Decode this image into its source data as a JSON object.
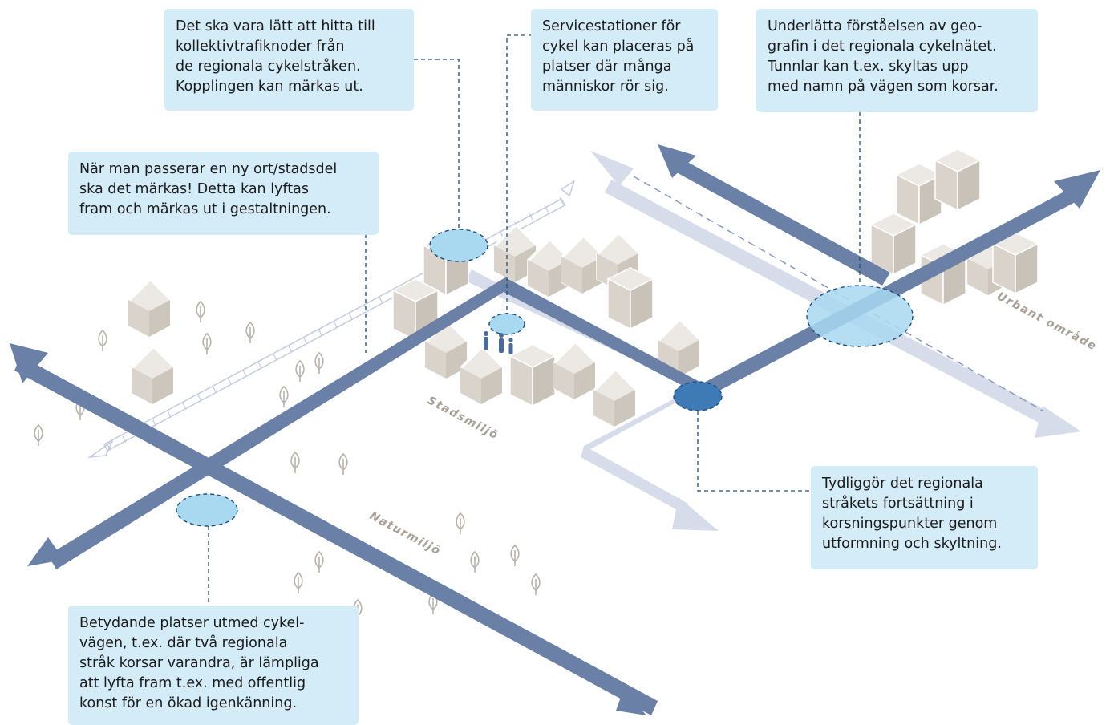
{
  "callouts": {
    "kollektivtrafik": {
      "lines": [
        "Det ska vara lätt att hitta till",
        "kollektivtrafiknoder från",
        "de regionala cykelstråken.",
        "Kopplingen kan märkas ut."
      ]
    },
    "servicestationer": {
      "lines": [
        "Servicestationer för",
        "cykel kan placeras på",
        "platser där många",
        "människor rör sig."
      ]
    },
    "geografi": {
      "lines": [
        "Underlätta förståelsen av geo-",
        "grafin i det regionala cykelnätet.",
        "Tunnlar kan t.ex. skyltas upp",
        "med namn på vägen som korsar."
      ]
    },
    "ny_ort": {
      "lines": [
        "När man passerar en ny ort/stadsdel",
        "ska det märkas! Detta kan lyftas",
        "fram och märkas ut i gestaltningen."
      ]
    },
    "fortsattning": {
      "lines": [
        "Tydliggör det regionala",
        "stråkets fortsättning i",
        "korsningspunkter genom",
        "utformning och skyltning."
      ]
    },
    "betydande": {
      "lines": [
        "Betydande platser utmed cykel-",
        "vägen, t.ex. där två regionala",
        "stråk korsar varandra, är lämpliga",
        "att lyfta fram t.ex. med offentlig",
        "konst för en ökad igenkänning."
      ]
    }
  },
  "zones": {
    "stadsmiljo": "Stadsmiljö",
    "naturmiljo": "Naturmiljö",
    "urbant": "Urbant område"
  },
  "colors": {
    "route": "#6a80a6",
    "route_light": "#d6dcea",
    "callout_bg": "#d4ebf8",
    "highlight": "#a9d8f1",
    "highlight_dark": "#3e7bb6",
    "building": "#cdc6bd",
    "zone_text": "#a8a096"
  }
}
